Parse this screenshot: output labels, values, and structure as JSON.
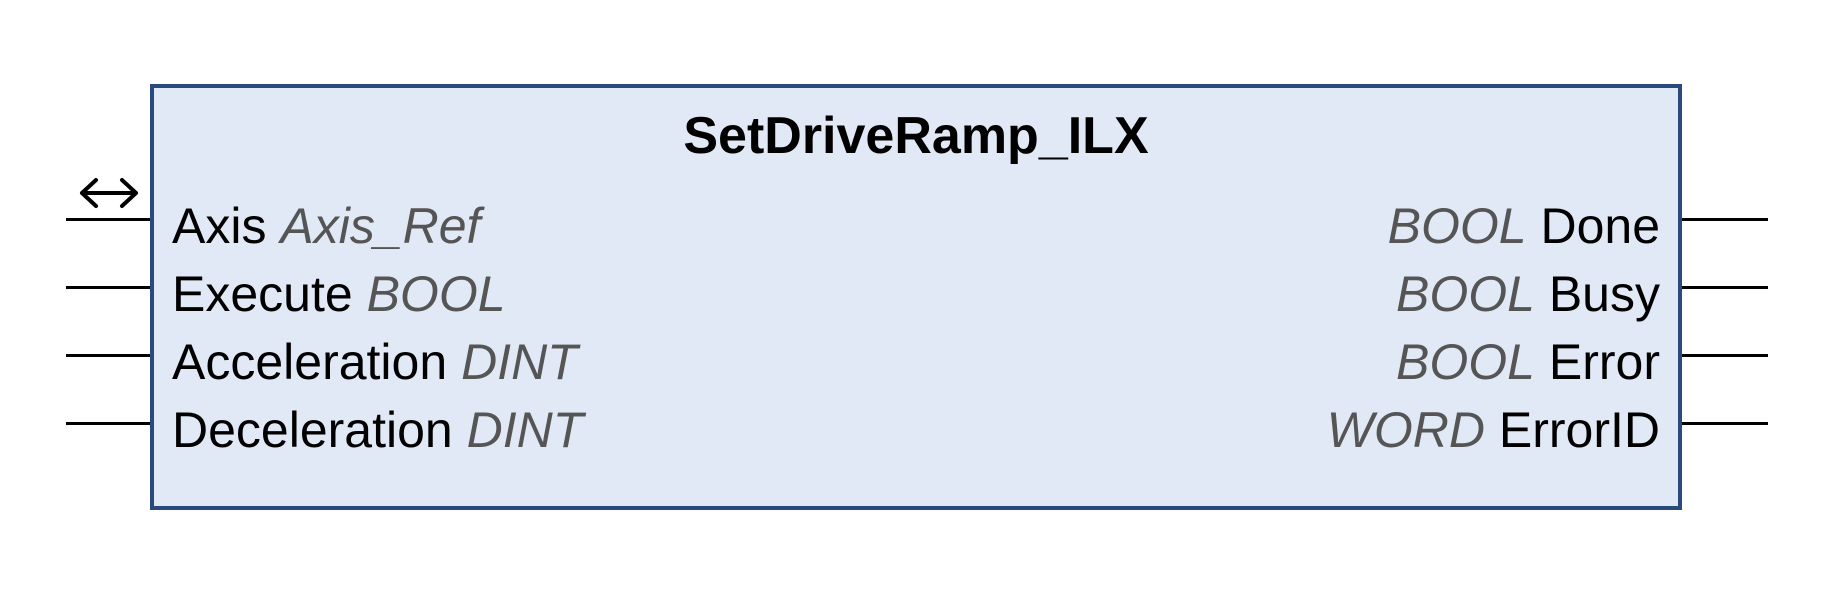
{
  "block": {
    "title": "SetDriveRamp_ILX",
    "inputs": [
      {
        "name": "Axis",
        "type": "Axis_Ref",
        "inout": true
      },
      {
        "name": "Execute",
        "type": "BOOL"
      },
      {
        "name": "Acceleration",
        "type": "DINT"
      },
      {
        "name": "Deceleration",
        "type": "DINT"
      }
    ],
    "outputs": [
      {
        "name": "Done",
        "type": "BOOL"
      },
      {
        "name": "Busy",
        "type": "BOOL"
      },
      {
        "name": "Error",
        "type": "BOOL"
      },
      {
        "name": "ErrorID",
        "type": "WORD"
      }
    ]
  },
  "colors": {
    "border": "#2a4a7d",
    "fill": "#e2e9f6",
    "type_text": "#555555"
  },
  "icons": {
    "inout": "bidirectional-arrow-icon"
  }
}
